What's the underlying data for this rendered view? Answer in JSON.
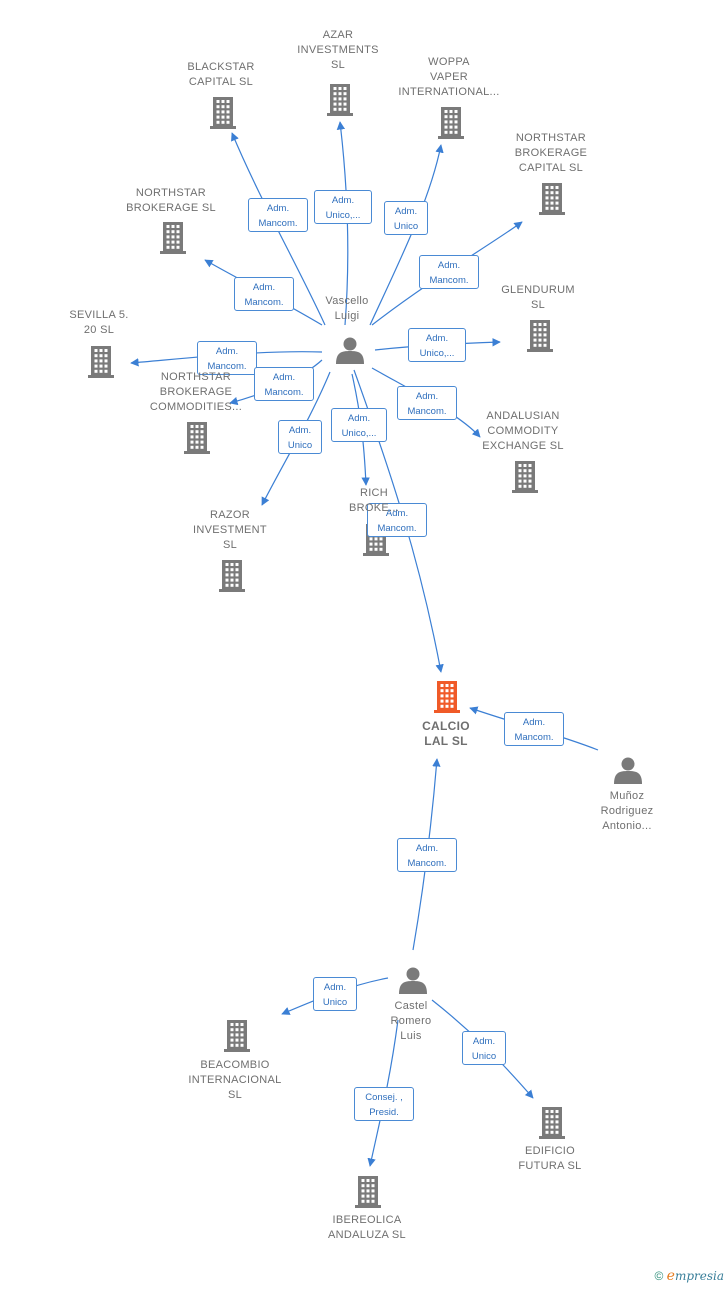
{
  "colors": {
    "edge": "#3b7fd4",
    "building": "#7a7a7a",
    "focus": "#f05a28",
    "person": "#7a7a7a"
  },
  "nodes": [
    {
      "id": "blackstar",
      "type": "company",
      "label": "BLACKSTAR\nCAPITAL  SL"
    },
    {
      "id": "azar",
      "type": "company",
      "label": "AZAR\nINVESTMENTS\nSL"
    },
    {
      "id": "woppa",
      "type": "company",
      "label": "WOPPA\nVAPER\nINTERNATIONAL..."
    },
    {
      "id": "northstar_cap",
      "type": "company",
      "label": "NORTHSTAR\nBROKERAGE\nCAPITAL  SL"
    },
    {
      "id": "northstar_sl",
      "type": "company",
      "label": "NORTHSTAR\nBROKERAGE SL"
    },
    {
      "id": "glendurum",
      "type": "company",
      "label": "GLENDURUM\nSL"
    },
    {
      "id": "sevilla",
      "type": "company",
      "label": "SEVILLA 5.\n20  SL"
    },
    {
      "id": "northstar_com",
      "type": "company",
      "label": "NORTHSTAR\nBROKERAGE\nCOMMODITIES..."
    },
    {
      "id": "andalusian",
      "type": "company",
      "label": "ANDALUSIAN\nCOMMODITY\nEXCHANGE  SL"
    },
    {
      "id": "razor",
      "type": "company",
      "label": "RAZOR\nINVESTMENT\nSL"
    },
    {
      "id": "rich",
      "type": "company",
      "label": "RICH\nBROKE..."
    },
    {
      "id": "calcio",
      "type": "focus",
      "label": "CALCIO\nLAL  SL"
    },
    {
      "id": "vascello",
      "type": "person",
      "label": "Vascello\nLuigi"
    },
    {
      "id": "munoz",
      "type": "person",
      "label": "Muñoz\nRodriguez\nAntonio..."
    },
    {
      "id": "castel",
      "type": "person",
      "label": "Castel\nRomero\nLuis"
    },
    {
      "id": "beacombio",
      "type": "company",
      "label": "BEACOMBIO\nINTERNACIONAL\nSL"
    },
    {
      "id": "edificio",
      "type": "company",
      "label": "EDIFICIO\nFUTURA SL"
    },
    {
      "id": "ibereolica",
      "type": "company",
      "label": "IBEREOLICA\nANDALUZA SL"
    }
  ],
  "edges": [
    {
      "from": "vascello",
      "to": "blackstar",
      "label": "Adm.\nMancom."
    },
    {
      "from": "vascello",
      "to": "azar",
      "label": "Adm.\nUnico,..."
    },
    {
      "from": "vascello",
      "to": "woppa",
      "label": "Adm.\nUnico"
    },
    {
      "from": "vascello",
      "to": "northstar_cap",
      "label": "Adm.\nMancom."
    },
    {
      "from": "vascello",
      "to": "northstar_sl",
      "label": "Adm.\nMancom."
    },
    {
      "from": "vascello",
      "to": "glendurum",
      "label": "Adm.\nUnico,..."
    },
    {
      "from": "vascello",
      "to": "sevilla",
      "label": "Adm.\nMancom."
    },
    {
      "from": "vascello",
      "to": "northstar_com",
      "label": "Adm.\nMancom."
    },
    {
      "from": "vascello",
      "to": "andalusian",
      "label": "Adm.\nMancom."
    },
    {
      "from": "vascello",
      "to": "razor",
      "label": "Adm.\nUnico"
    },
    {
      "from": "vascello",
      "to": "rich",
      "label": "Adm.\nUnico,..."
    },
    {
      "from": "vascello",
      "to": "calcio",
      "label": "Adm.\nMancom."
    },
    {
      "from": "munoz",
      "to": "calcio",
      "label": "Adm.\nMancom."
    },
    {
      "from": "castel",
      "to": "calcio",
      "label": "Adm.\nMancom."
    },
    {
      "from": "castel",
      "to": "beacombio",
      "label": "Adm.\nUnico"
    },
    {
      "from": "castel",
      "to": "edificio",
      "label": "Adm.\nUnico"
    },
    {
      "from": "castel",
      "to": "ibereolica",
      "label": "Consej. ,\nPresid."
    }
  ],
  "footer": {
    "copyright": "©",
    "brand_initial": "e",
    "brand_rest": "mpresia"
  }
}
